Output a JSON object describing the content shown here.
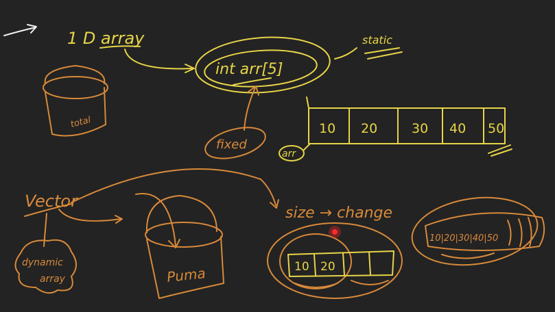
{
  "notes": {
    "array_title": "1 D array",
    "declaration": "int arr[5]",
    "static_label": "static",
    "fixed_label": "fixed",
    "arr_label": "arr",
    "array_cells": [
      "10",
      "20",
      "30",
      "40",
      "50"
    ],
    "bucket_label": "total",
    "vector_label": "Vector",
    "dynamic_label_1": "dynamic",
    "dynamic_label_2": "array",
    "bucket2_label": "Puma",
    "size_change": "size → change",
    "vector_cells": [
      "10",
      "20"
    ],
    "ring_cells": "10|20|30|40|50"
  },
  "colors": {
    "background": "#232323",
    "yellow_ink": "#e8d548",
    "orange_ink": "#d98a3a",
    "white_ink": "#f2f2f2",
    "pointer": "#ff2a2a"
  }
}
